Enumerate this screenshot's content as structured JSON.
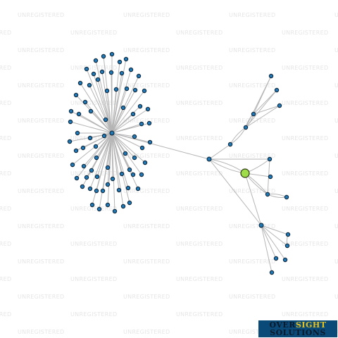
{
  "watermark": {
    "text": "UNREGISTERED"
  },
  "logo": {
    "word1": "OVER",
    "word2": "SIGHT",
    "line2": "SOLUTIONS"
  },
  "colors": {
    "node": "#1f78b4",
    "focus_node": "#9fdc4a",
    "edge": "#b5b5b5",
    "logo_bg": "#0a4a78",
    "logo_accent": "#e8c21a"
  },
  "graph": {
    "node_count": 97,
    "focus_node": "n-focus"
  }
}
